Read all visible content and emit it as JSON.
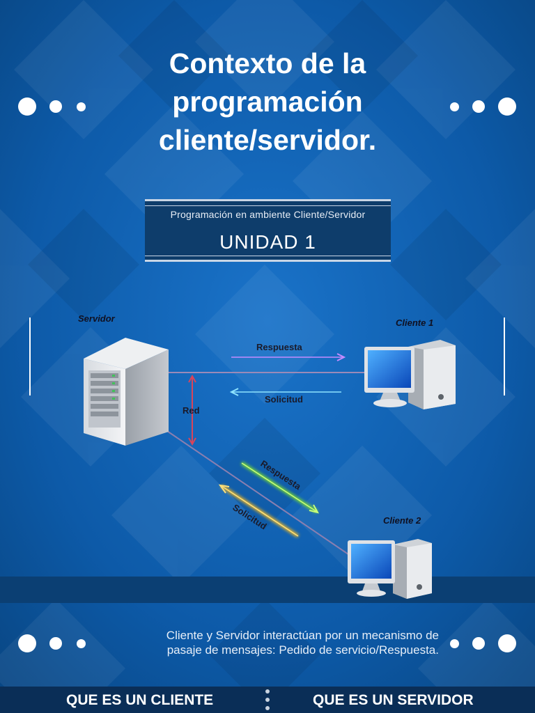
{
  "slide": {
    "title_lines": [
      "Contexto de la",
      "programación",
      "cliente/servidor."
    ],
    "subtitle": "Programación en ambiente Cliente/Servidor",
    "unit": "UNIDAD 1"
  },
  "diagram": {
    "server_label": "Servidor",
    "client1_label": "Cliente 1",
    "client2_label": "Cliente 2",
    "network_label": "Red",
    "response_label_1": "Respuesta",
    "request_label_1": "Solicitud",
    "response_label_2": "Respuesta",
    "request_label_2": "Solicitud"
  },
  "caption": {
    "line1": "Cliente y Servidor interactúan por un mecanismo de",
    "line2": "pasaje de mensajes:   Pedido de servicio/Respuesta."
  },
  "footer": {
    "left_link": "QUE ES UN CLIENTE",
    "right_link": "QUE ES UN SERVIDOR"
  },
  "colors": {
    "background": "#0d5aa8",
    "response_arrow_1": "#8a3bd1",
    "request_arrow_1": "#27b7e8",
    "network_arrow": "#b0263a",
    "response_arrow_2": "#7ee02a",
    "request_arrow_2": "#f5b81c"
  }
}
